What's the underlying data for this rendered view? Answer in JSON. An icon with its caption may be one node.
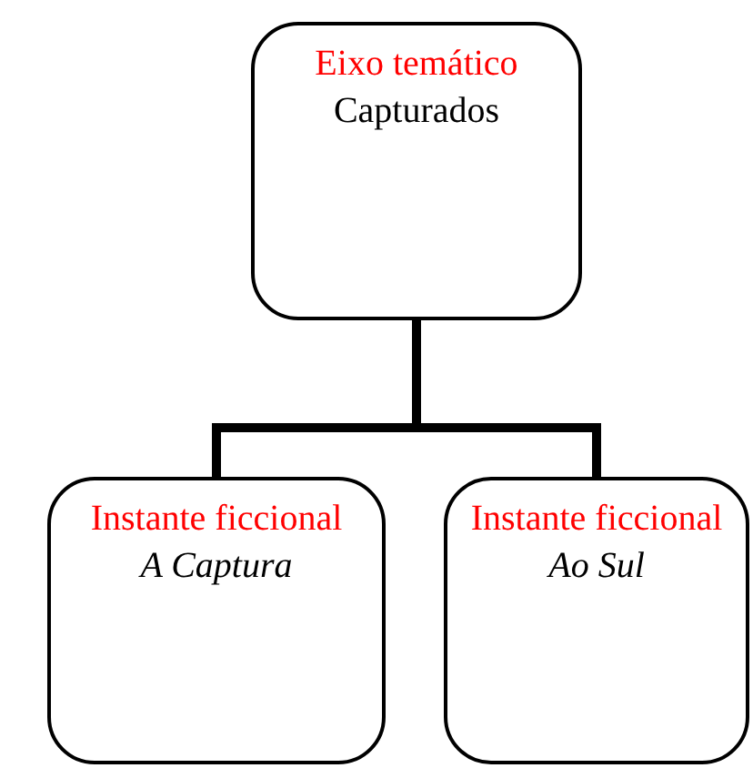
{
  "diagram": {
    "nodes": [
      {
        "text": [
          "Eixo temático",
          "Capturados"
        ]
      },
      {
        "text": [
          "Instante ficcional",
          "A Captura"
        ]
      },
      {
        "text": [
          "Instante ficcional",
          "Ao Sul"
        ]
      }
    ],
    "edges": [
      {
        "from": 0,
        "to": 1,
        "arrow": "none"
      },
      {
        "from": 0,
        "to": 2,
        "arrow": "none"
      }
    ]
  }
}
